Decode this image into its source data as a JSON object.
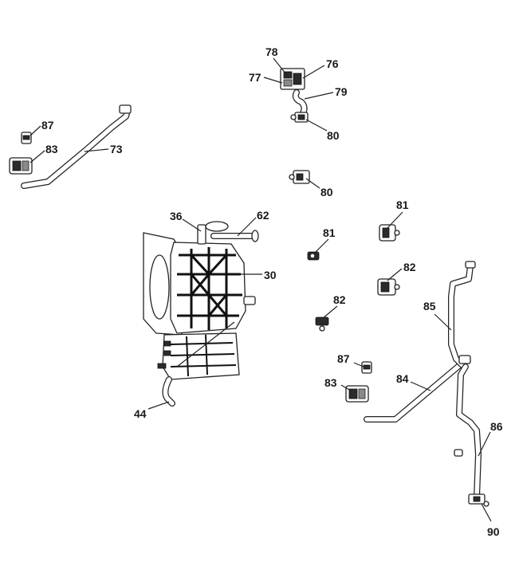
{
  "labels": {
    "l78": "78",
    "l76": "76",
    "l77": "77",
    "l79": "79",
    "l80a": "80",
    "l87a": "87",
    "l83a": "83",
    "l73": "73",
    "l80b": "80",
    "l36": "36",
    "l62": "62",
    "l81a": "81",
    "l81b": "81",
    "l30": "30",
    "l82a": "82",
    "l82b": "82",
    "l85": "85",
    "l87b": "87",
    "l84": "84",
    "l83b": "83",
    "l44": "44",
    "l86": "86",
    "l90": "90"
  }
}
